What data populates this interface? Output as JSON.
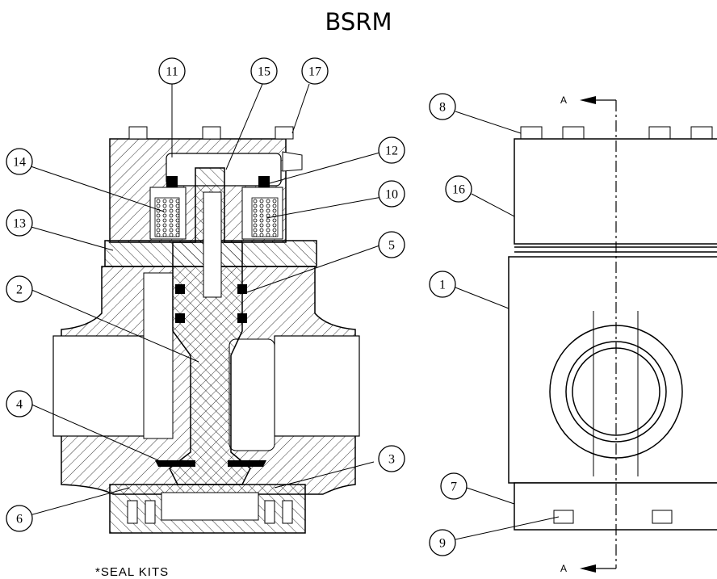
{
  "title": "BSRM",
  "balloons": {
    "b1": "1",
    "b2": "2",
    "b3": "3",
    "b4": "4",
    "b5": "5",
    "b6": "6",
    "b7": "7",
    "b8": "8",
    "b9": "9",
    "b10": "10",
    "b11": "11",
    "b12": "12",
    "b13": "13",
    "b14": "14",
    "b15": "15",
    "b16": "16",
    "b17": "17"
  },
  "section_markers": {
    "top": "A",
    "bottom": "A"
  },
  "footnote": "*SEAL KITS"
}
